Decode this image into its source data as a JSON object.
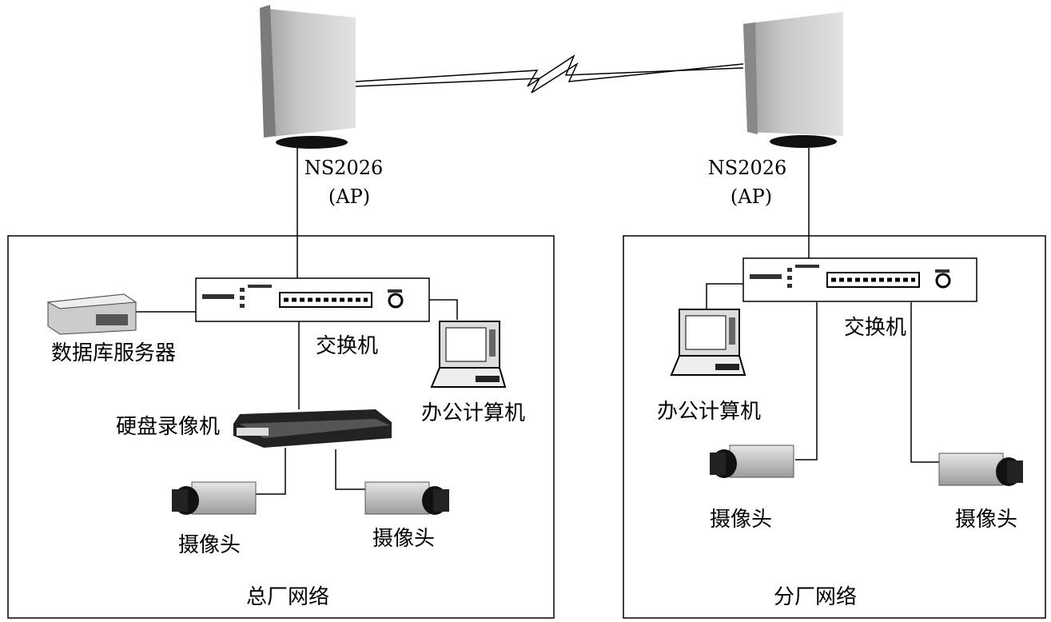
{
  "main_site": {
    "region_label": "总厂网络",
    "ap": {
      "model": "NS2026",
      "role": "(AP)"
    },
    "switch_label": "交换机",
    "server_label": "数据库服务器",
    "pc_label": "办公计算机",
    "dvr_label": "硬盘录像机",
    "cameras": [
      {
        "label": "摄像头"
      },
      {
        "label": "摄像头"
      }
    ]
  },
  "branch_site": {
    "region_label": "分厂网络",
    "ap": {
      "model": "NS2026",
      "role": "(AP)"
    },
    "switch_label": "交换机",
    "pc_label": "办公计算机",
    "cameras": [
      {
        "label": "摄像头"
      },
      {
        "label": "摄像头"
      }
    ]
  },
  "wireless_link": {
    "style": "lightning-zigzag"
  }
}
